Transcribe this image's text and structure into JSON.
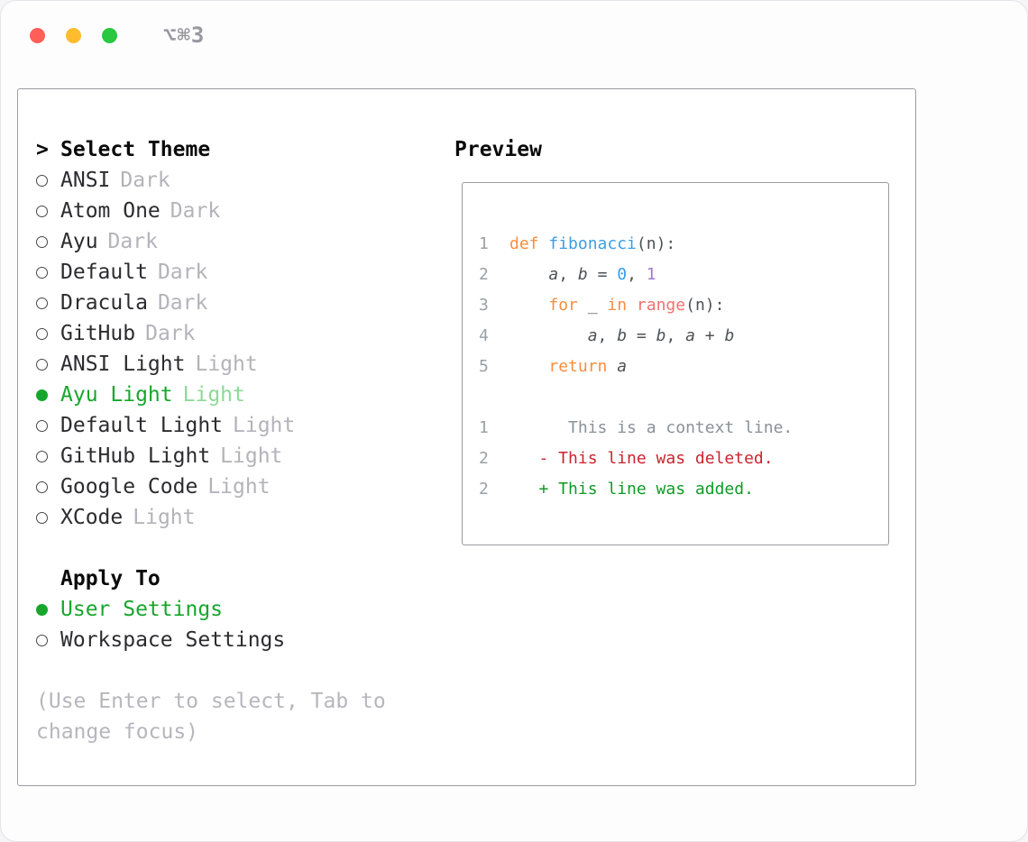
{
  "window": {
    "titlebar_shortcut": "⌥⌘3"
  },
  "colors": {
    "traffic_red": "#ff5f57",
    "traffic_yellow": "#febc2e",
    "traffic_green": "#28c840",
    "accent_green": "#17a62c",
    "accent_green_light": "#8fd996",
    "keyword_orange": "#fa8d3e",
    "function_blue": "#399ee6",
    "number_blue": "#399ee6",
    "number_purple": "#a37acc",
    "call_coral": "#f07171",
    "code_plain": "#4c5257",
    "line_number_gray": "#9aa0a6",
    "diff_context_gray": "#8a9199",
    "diff_deleted_red": "#c9252d",
    "diff_added_green": "#109b25",
    "text_primary": "#2c2c30",
    "text_muted": "#b3b3ba",
    "hint_gray": "#b6b6bd"
  },
  "theme_selector": {
    "title_marker": ">",
    "title": "Select Theme",
    "themes": [
      {
        "name": "ANSI",
        "variant": "Dark",
        "selected": false
      },
      {
        "name": "Atom One",
        "variant": "Dark",
        "selected": false
      },
      {
        "name": "Ayu",
        "variant": "Dark",
        "selected": false
      },
      {
        "name": "Default",
        "variant": "Dark",
        "selected": false
      },
      {
        "name": "Dracula",
        "variant": "Dark",
        "selected": false
      },
      {
        "name": "GitHub",
        "variant": "Dark",
        "selected": false
      },
      {
        "name": "ANSI Light",
        "variant": "Light",
        "selected": false
      },
      {
        "name": "Ayu Light",
        "variant": "Light",
        "selected": true
      },
      {
        "name": "Default Light",
        "variant": "Light",
        "selected": false
      },
      {
        "name": "GitHub Light",
        "variant": "Light",
        "selected": false
      },
      {
        "name": "Google Code",
        "variant": "Light",
        "selected": false
      },
      {
        "name": "XCode",
        "variant": "Light",
        "selected": false
      }
    ],
    "apply_to": {
      "title": "Apply To",
      "options": [
        {
          "label": "User Settings",
          "selected": true
        },
        {
          "label": "Workspace Settings",
          "selected": false
        }
      ]
    },
    "hint": "(Use Enter to select, Tab to change focus)"
  },
  "preview": {
    "title": "Preview",
    "code": [
      {
        "num": "1",
        "tokens": [
          {
            "t": "def ",
            "c": "kw"
          },
          {
            "t": "fibonacci",
            "c": "fn"
          },
          {
            "t": "(n):",
            "c": "pl"
          }
        ]
      },
      {
        "num": "2",
        "tokens": [
          {
            "t": "    ",
            "c": "pl"
          },
          {
            "t": "a",
            "c": "it"
          },
          {
            "t": ", ",
            "c": "pl"
          },
          {
            "t": "b",
            "c": "it"
          },
          {
            "t": " = ",
            "c": "pl"
          },
          {
            "t": "0",
            "c": "nb"
          },
          {
            "t": ", ",
            "c": "pl"
          },
          {
            "t": "1",
            "c": "np"
          }
        ]
      },
      {
        "num": "3",
        "tokens": [
          {
            "t": "    ",
            "c": "pl"
          },
          {
            "t": "for",
            "c": "kw"
          },
          {
            "t": " _ ",
            "c": "pl"
          },
          {
            "t": "in",
            "c": "kw"
          },
          {
            "t": " ",
            "c": "pl"
          },
          {
            "t": "range",
            "c": "rd"
          },
          {
            "t": "(n):",
            "c": "pl"
          }
        ]
      },
      {
        "num": "4",
        "tokens": [
          {
            "t": "        ",
            "c": "pl"
          },
          {
            "t": "a",
            "c": "it"
          },
          {
            "t": ", ",
            "c": "pl"
          },
          {
            "t": "b",
            "c": "it"
          },
          {
            "t": " = ",
            "c": "pl"
          },
          {
            "t": "b",
            "c": "it"
          },
          {
            "t": ", ",
            "c": "pl"
          },
          {
            "t": "a",
            "c": "it"
          },
          {
            "t": " + ",
            "c": "pl"
          },
          {
            "t": "b",
            "c": "it"
          }
        ]
      },
      {
        "num": "5",
        "tokens": [
          {
            "t": "    ",
            "c": "pl"
          },
          {
            "t": "return",
            "c": "kw"
          },
          {
            "t": " ",
            "c": "pl"
          },
          {
            "t": "a",
            "c": "it"
          }
        ]
      }
    ],
    "diff": [
      {
        "num": "1",
        "c": "ctx",
        "text": "      This is a context line."
      },
      {
        "num": "2",
        "c": "del",
        "text": "   - This line was deleted."
      },
      {
        "num": "2",
        "c": "add",
        "text": "   + This line was added."
      }
    ]
  }
}
